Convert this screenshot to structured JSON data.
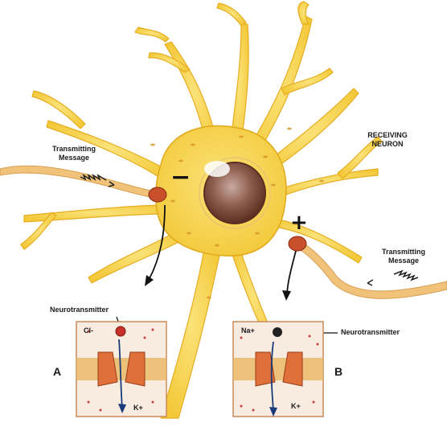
{
  "labels": {
    "receiving_neuron_line1": "RECEIVING",
    "receiving_neuron_line2": "NEURON",
    "transmitting_left_line1": "Transmitting",
    "transmitting_left_line2": "Message",
    "transmitting_right_line1": "Transmitting",
    "transmitting_right_line2": "Message",
    "neurotransmitter_left": "Neurotransmitter",
    "neurotransmitter_right": "Neurotransmitter",
    "panel_a": "A",
    "panel_b": "B",
    "ion_cl": "Cl-",
    "ion_k_a": "K+",
    "ion_na": "Na+",
    "ion_k_b": "K+",
    "inhibitory_sign": "−",
    "excitatory_sign": "+"
  },
  "colors": {
    "cell_body": "#f7d54a",
    "cell_outline": "#e0a81a",
    "nucleus": "#7a4a3a",
    "axon": "#f0c27a",
    "terminal": "#c8502a",
    "channel": "#e0703a",
    "membrane": "#e8b860",
    "panel_bg": "#f8ece0",
    "panel_border": "#c88a5a"
  },
  "icons": [
    "neuron-cell",
    "nucleus",
    "synapse-terminal",
    "ion-channel",
    "signal-arrow"
  ]
}
